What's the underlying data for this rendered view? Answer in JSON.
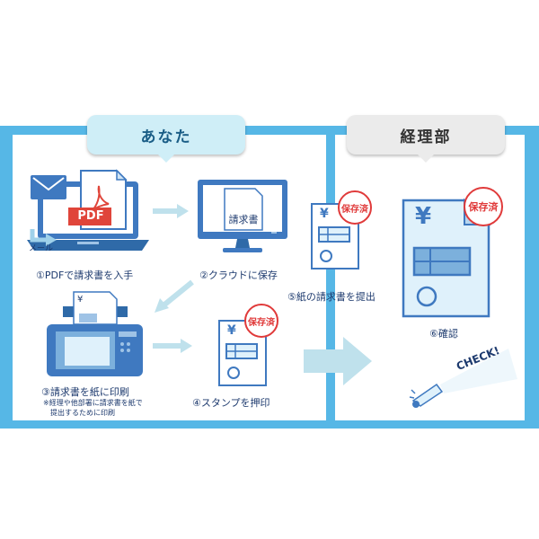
{
  "tabs": {
    "you": "あなた",
    "accounting": "経理部"
  },
  "steps": {
    "s1": "①PDFで請求書を入手",
    "s2": "②クラウドに保存",
    "s3": "③請求書を紙に印刷",
    "s3_note_1": "※経理や他部署に請求書を紙で",
    "s3_note_2": "提出するために印刷",
    "s4": "④スタンプを押印",
    "s5": "⑤紙の請求書を提出",
    "s6": "⑥確認"
  },
  "labels": {
    "pdf": "PDF",
    "mail": "メール",
    "monitor_doc": "請求書",
    "yen": "¥",
    "stamp": "保存済",
    "check": "CHECK!"
  },
  "colors": {
    "band": "#56b7e6",
    "doc_blue": "#3f79c0",
    "doc_bg": "#dff1fb",
    "arrow": "#bfe1ec",
    "stamp_red": "#e03a3a",
    "pdf_red": "#e0453a"
  }
}
